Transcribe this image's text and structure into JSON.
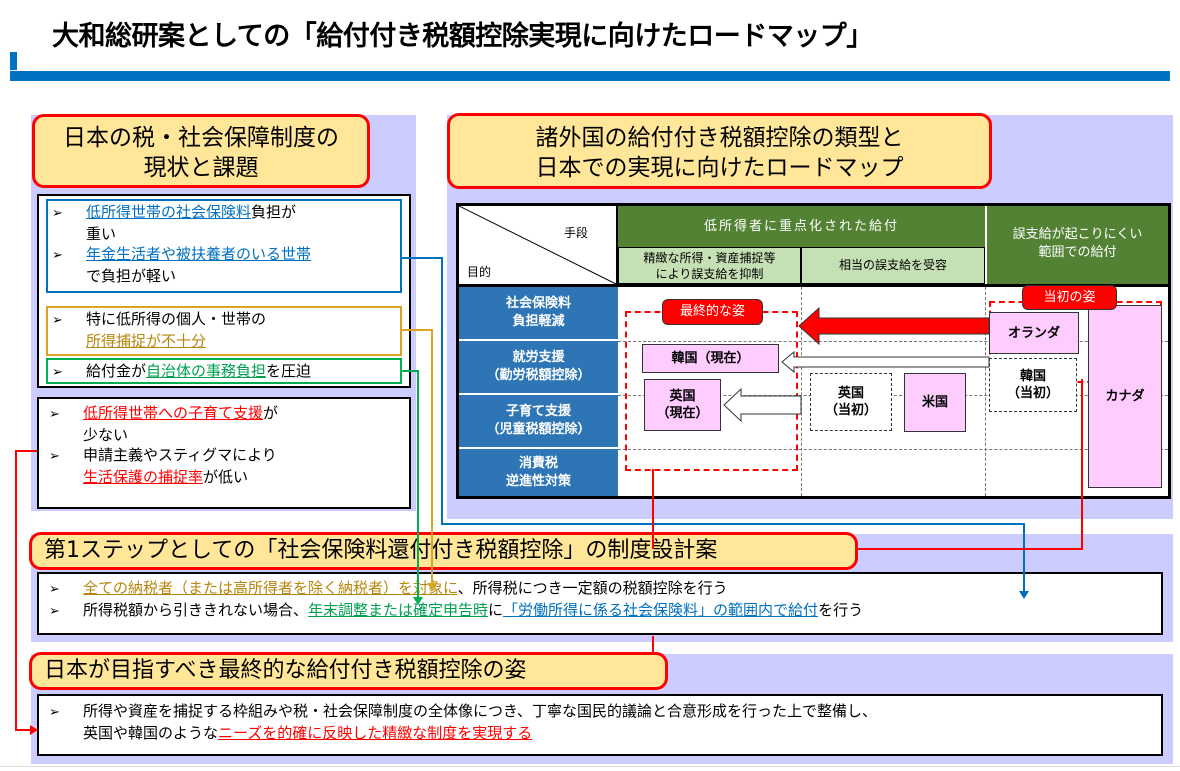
{
  "header": {
    "title": "大和総研案としての「給付付き税額控除実現に向けたロードマップ」"
  },
  "colors": {
    "accent_blue": "#0070c0",
    "callout_fill": "#ffe699",
    "callout_border": "#ff0000",
    "panel_bg": "#ccccff",
    "table_header_dark": "#548235",
    "table_header_light": "#c5e0b4",
    "row_header": "#2e75b6",
    "country_pink": "#ffccff"
  },
  "left_section": {
    "callout_line1": "日本の税・社会保障制度の",
    "callout_line2": "現状と課題",
    "group1": {
      "item1": {
        "highlight": "低所得世帯の社会保険料",
        "rest_line1": "負担が",
        "rest_line2": "重い"
      },
      "item2": {
        "highlight": "年金生活者や被扶養者のいる世帯",
        "rest": "で負担が軽い"
      }
    },
    "group2": {
      "item1": {
        "line1": "特に低所得の個人・世帯の",
        "highlight": "所得捕捉が不十分"
      }
    },
    "group3": {
      "item1": {
        "prefix": "給付金が",
        "highlight": "自治体の事務負担",
        "suffix": "を圧迫"
      }
    },
    "group4": {
      "item1": {
        "highlight": "低所得世帯への子育て支援",
        "rest_line1": "が",
        "rest_line2": "少ない"
      },
      "item2": {
        "line1": "申請主義やスティグマにより",
        "highlight": "生活保護の捕捉率",
        "suffix": "が低い"
      }
    },
    "bullet": "➢"
  },
  "right_section": {
    "callout_line1": "諸外国の給付付き税額控除の類型と",
    "callout_line2": "日本での実現に向けたロードマップ",
    "table": {
      "corner_top": "手段",
      "corner_bottom": "目的",
      "group_header": "低所得者に重点化された給付",
      "sub_header1_line1": "精緻な所得・資産捕捉等",
      "sub_header1_line2": "により誤支給を抑制",
      "sub_header2": "相当の誤支給を受容",
      "header3_line1": "誤支給が起こりにくい",
      "header3_line2": "範囲での給付",
      "rows": [
        {
          "line1": "社会保険料",
          "line2": "負担軽減"
        },
        {
          "line1": "就労支援",
          "line2": "（勤労税額控除）"
        },
        {
          "line1": "子育て支援",
          "line2": "（児童税額控除）"
        },
        {
          "line1": "消費税",
          "line2": "逆進性対策"
        }
      ],
      "tag_final": "最終的な姿",
      "tag_initial": "当初の姿",
      "countries": {
        "korea_now": "韓国（現在）",
        "uk_now_line1": "英国",
        "uk_now_line2": "（現在）",
        "uk_initial_line1": "英国",
        "uk_initial_line2": "（当初）",
        "us": "米国",
        "netherlands": "オランダ",
        "korea_initial_line1": "韓国",
        "korea_initial_line2": "（当初）",
        "canada": "カナダ"
      }
    }
  },
  "step1_section": {
    "callout": "第1ステップとしての「社会保険料還付付き税額控除」の制度設計案",
    "item1": {
      "highlight": "全ての納税者（または高所得者を除く納税者）を対象に",
      "rest": "、所得税につき一定額の税額控除を行う"
    },
    "item2": {
      "prefix": "所得税額から引ききれない場合、",
      "highlight_green": "年末調整または確定申告時",
      "mid": "に",
      "highlight_blue": "「労働所得に係る社会保険料」の範囲内で給付",
      "suffix": "を行う"
    }
  },
  "final_section": {
    "callout": "日本が目指すべき最終的な給付付き税額控除の姿",
    "item1": {
      "line1": "所得や資産を捕捉する枠組みや税・社会保障制度の全体像につき、丁寧な国民的議論と合意形成を行った上で整備し、",
      "prefix": "英国や韓国のような",
      "highlight": "ニーズを的確に反映した精緻な制度を実現する"
    }
  }
}
